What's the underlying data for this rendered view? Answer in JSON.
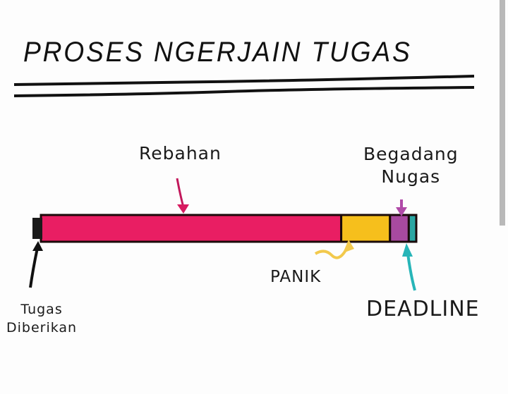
{
  "title": "PROSES NGERJAIN TUGAS",
  "labels": {
    "rebahan": "Rebahan",
    "begadang_line1": "Begadang",
    "begadang_line2": "Nugas",
    "panik": "PANIK",
    "deadline": "DEADLINE",
    "tugas_line1": "Tugas",
    "tugas_line2": "Diberikan"
  },
  "timeline": {
    "segments": [
      {
        "name": "Rebahan",
        "share": 0.8,
        "color": "#e91e63"
      },
      {
        "name": "PANIK",
        "share": 0.13,
        "color": "#f6bf1c"
      },
      {
        "name": "Begadang Nugas",
        "share": 0.05,
        "color": "#a84aa0"
      },
      {
        "name": "Deadline",
        "share": 0.02,
        "color": "#2aa6a2"
      }
    ]
  },
  "colors": {
    "rebahan_arrow": "#d81b60",
    "panik_arrow": "#f2c94c",
    "begadang_arrow": "#b04aa8",
    "deadline_arrow": "#27b5b8",
    "start_arrow": "#111111"
  }
}
